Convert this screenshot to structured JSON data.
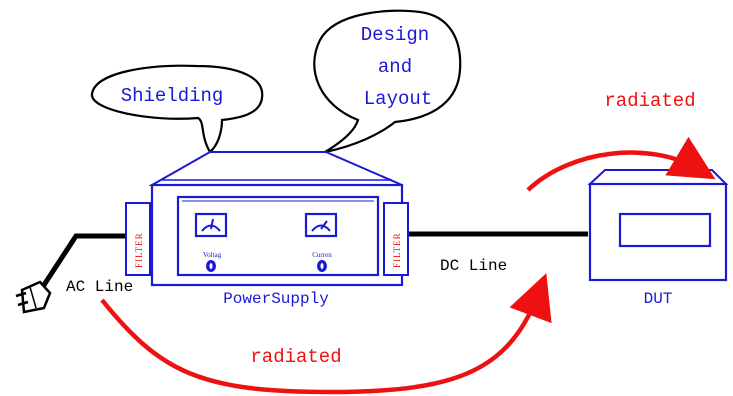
{
  "bubbles": {
    "shielding": "Shielding",
    "design_line1": "Design",
    "design_line2": "and",
    "design_line3": "Layout"
  },
  "power_supply": {
    "label": "PowerSupply",
    "filter_left": "FILTER",
    "filter_right": "FILTER",
    "meter_voltage_label": "Voltag",
    "meter_current_label": "Curren"
  },
  "lines": {
    "ac_line": "AC Line",
    "dc_line": "DC Line"
  },
  "dut": {
    "label": "DUT"
  },
  "radiated": {
    "top": "radiated",
    "bottom": "radiated"
  },
  "colors": {
    "blue": "#1a1ad6",
    "red": "#ee1111",
    "black": "#000000"
  }
}
